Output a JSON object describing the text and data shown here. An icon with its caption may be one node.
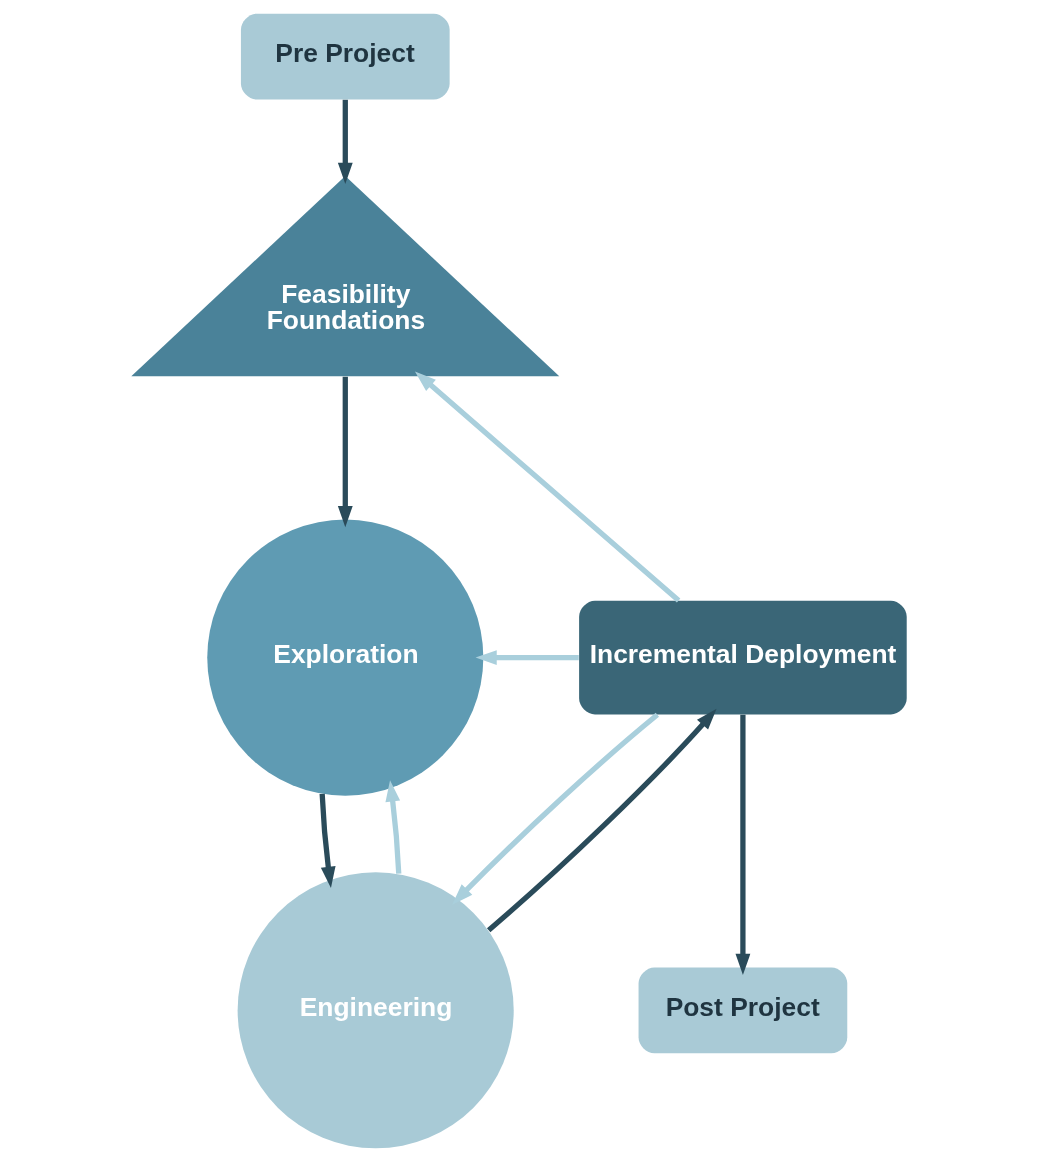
{
  "diagram": {
    "nodes": [
      {
        "text": [
          "Pre Project"
        ]
      },
      {
        "text": [
          "Feasibility",
          "Foundations"
        ]
      },
      {
        "text": [
          "Exploration"
        ]
      },
      {
        "text": [
          "Incremental Deployment"
        ]
      },
      {
        "text": [
          "Engineering"
        ]
      },
      {
        "text": [
          "Post Project"
        ]
      }
    ],
    "edges": [
      {
        "from": 0,
        "to": 1,
        "arrow": "to"
      },
      {
        "from": 1,
        "to": 2,
        "arrow": "to"
      },
      {
        "from": 3,
        "to": 1,
        "arrow": "to",
        "color": "#a9cfdc"
      },
      {
        "from": 3,
        "to": 2,
        "arrow": "to",
        "color": "#a9cfdc"
      },
      {
        "from": 2,
        "to": 4,
        "arrow": "to"
      },
      {
        "from": 4,
        "to": 2,
        "arrow": "to",
        "color": "#a9cfdc"
      },
      {
        "from": 3,
        "to": 4,
        "arrow": "to",
        "color": "#a9cfdc"
      },
      {
        "from": 4,
        "to": 3,
        "arrow": "to"
      },
      {
        "from": 3,
        "to": 5,
        "arrow": "to"
      }
    ]
  }
}
